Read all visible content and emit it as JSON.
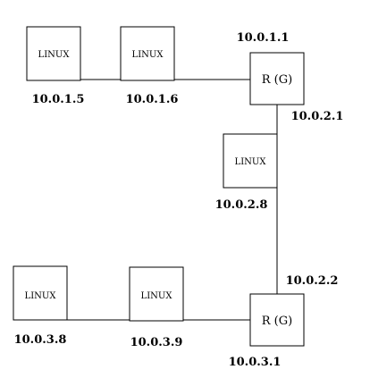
{
  "nodes": {
    "host_a": {
      "label": "LINUX",
      "ip": "10.0.1.5"
    },
    "host_b": {
      "label": "LINUX",
      "ip": "10.0.1.6"
    },
    "router_1": {
      "label": "R (G)",
      "ip_top": "10.0.1.1",
      "ip_bottom": "10.0.2.1"
    },
    "host_c": {
      "label": "LINUX",
      "ip": "10.0.2.8"
    },
    "router_2": {
      "label": "R (G)",
      "ip_top": "10.0.2.2",
      "ip_bottom": "10.0.3.1"
    },
    "host_d": {
      "label": "LINUX",
      "ip": "10.0.3.8"
    },
    "host_e": {
      "label": "LINUX",
      "ip": "10.0.3.9"
    }
  },
  "colors": {
    "stroke": "#000000",
    "background": "#ffffff"
  }
}
